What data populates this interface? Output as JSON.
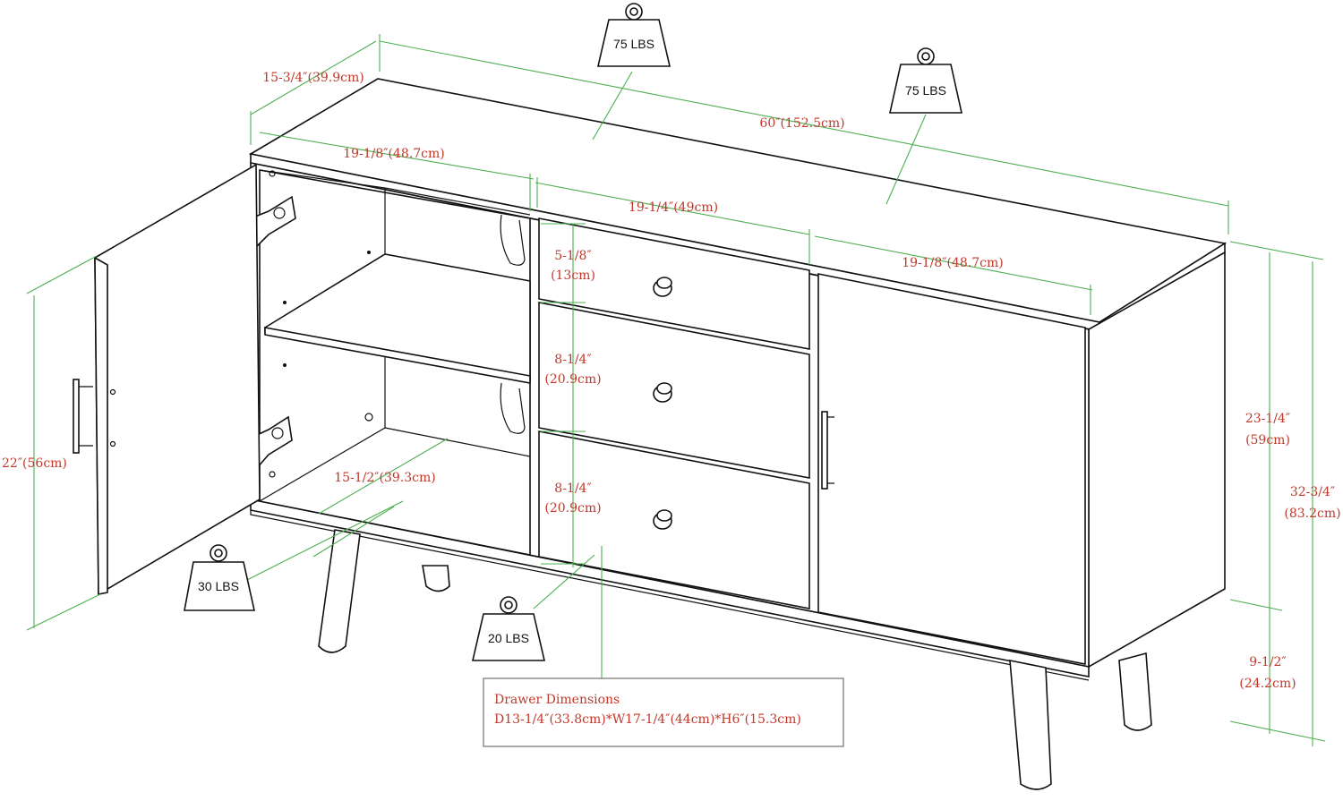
{
  "dimensions": {
    "depth": "15-3/4″(39.9cm)",
    "width": "60″(152.5cm)",
    "left_section": "19-1/8″(48.7cm)",
    "middle_section": "19-1/4″(49cm)",
    "right_section": "19-1/8″(48.7cm)",
    "drawer1_h": "5-1/8″",
    "drawer1_cm": "(13cm)",
    "drawer2_h": "8-1/4″",
    "drawer2_cm": "(20.9cm)",
    "drawer3_h": "8-1/4″",
    "drawer3_cm": "(20.9cm)",
    "cabinet_h": "23-1/4″",
    "cabinet_cm": "(59cm)",
    "total_h": "32-3/4″",
    "total_cm": "(83.2cm)",
    "leg_h": "9-1/2″",
    "leg_cm": "(24.2cm)",
    "door_h": "22″(56cm)",
    "interior_depth": "15-1/2″(39.3cm)"
  },
  "weights": {
    "top_left": "75 LBS",
    "top_right": "75 LBS",
    "bottom_shelf": "30 LBS",
    "drawer": "20 LBS"
  },
  "drawer_box": {
    "title": "Drawer Dimensions",
    "spec": "D13-1/4″(33.8cm)*W17-1/4″(44cm)*H6″(15.3cm)"
  }
}
